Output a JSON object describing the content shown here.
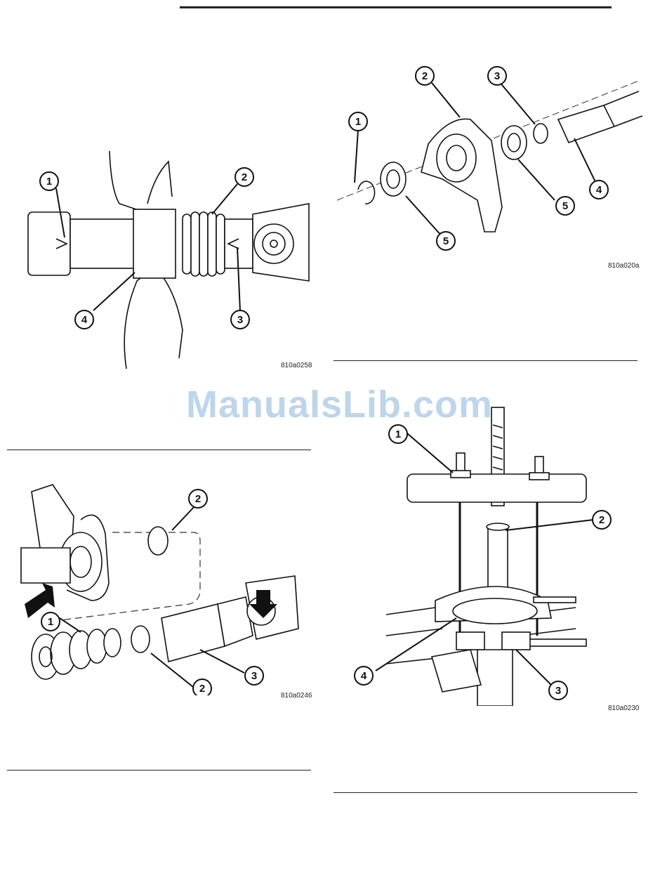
{
  "figures": [
    {
      "code": "810a0258",
      "callouts": [
        "1",
        "2",
        "3",
        "4"
      ]
    },
    {
      "code": "810a020a",
      "callouts": [
        "1",
        "2",
        "3",
        "4",
        "5",
        "5"
      ]
    },
    {
      "code": "810a0246",
      "callouts": [
        "1",
        "2",
        "2",
        "3"
      ]
    },
    {
      "code": "810a0230",
      "callouts": [
        "1",
        "2",
        "3",
        "4"
      ]
    }
  ],
  "watermark": "ManualsLib.com"
}
